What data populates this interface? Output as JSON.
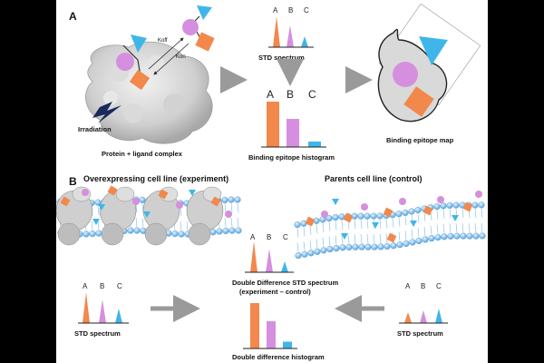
{
  "panelA": {
    "label": "A",
    "koff": "Koff",
    "kon": "Kon",
    "irradiation": "Irradiation",
    "protein_ligand": "Protein + ligand complex",
    "spectrum_letters": [
      "A",
      "B",
      "C"
    ],
    "std_spectrum": "STD spectrum",
    "histogram_letters": [
      "A",
      "B",
      "C"
    ],
    "histogram_label": "Binding epitope histogram",
    "epitope_map": "Binding epitope map",
    "histogram_values": [
      100,
      62,
      12
    ]
  },
  "panelB": {
    "label": "B",
    "experiment_title": "Overexpressing cell line (experiment)",
    "control_title": "Parents cell line (control)",
    "dd_letters": [
      "A",
      "B",
      "C"
    ],
    "dd_spectrum_1": "Double Difference STD spectrum",
    "dd_spectrum_2": "(experiment – control)",
    "dd_histogram": "Double difference histogram",
    "dd_histogram_values": [
      100,
      60,
      15
    ],
    "left_letters": [
      "A",
      "B",
      "C"
    ],
    "std_left": "STD spectrum",
    "right_letters": [
      "A",
      "B",
      "C"
    ],
    "std_right": "STD spectrum"
  },
  "colors": {
    "orange": "#f2884c",
    "pink": "#d68fde",
    "blue": "#3fb6ea",
    "arrow": "#9a9a9a",
    "membrane": "#5fa8e0"
  }
}
